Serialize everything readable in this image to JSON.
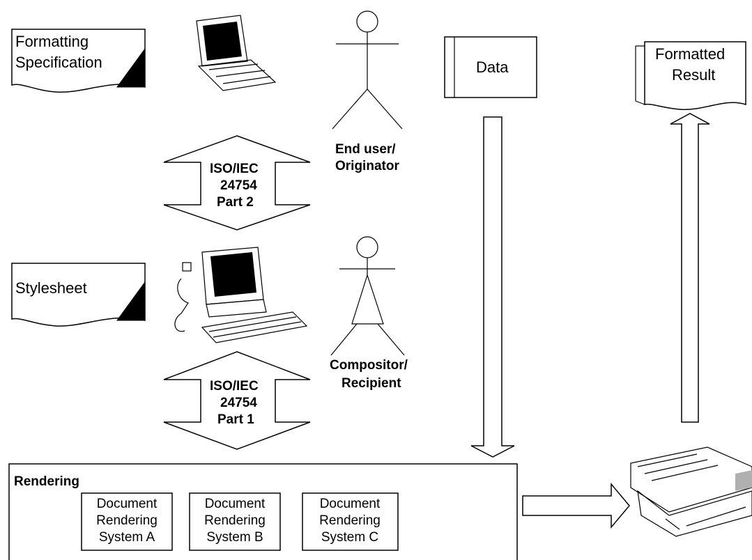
{
  "documents": {
    "formatting_spec": [
      "Formatting",
      "Specification"
    ],
    "stylesheet": [
      "Stylesheet"
    ],
    "formatted_result": [
      "Formatted",
      "Result"
    ]
  },
  "data_box": "Data",
  "actors": {
    "end_user": [
      "End user/",
      "Originator"
    ],
    "compositor": [
      "Compositor/",
      "Recipient"
    ]
  },
  "iso_part2": [
    "ISO/IEC",
    "24754",
    "Part 2"
  ],
  "iso_part1": [
    "ISO/IEC",
    "24754",
    "Part 1"
  ],
  "rendering": {
    "title": "Rendering",
    "systems": [
      [
        "Document",
        "Rendering",
        "System A"
      ],
      [
        "Document",
        "Rendering",
        "System B"
      ],
      [
        "Document",
        "Rendering",
        "System C"
      ]
    ]
  }
}
